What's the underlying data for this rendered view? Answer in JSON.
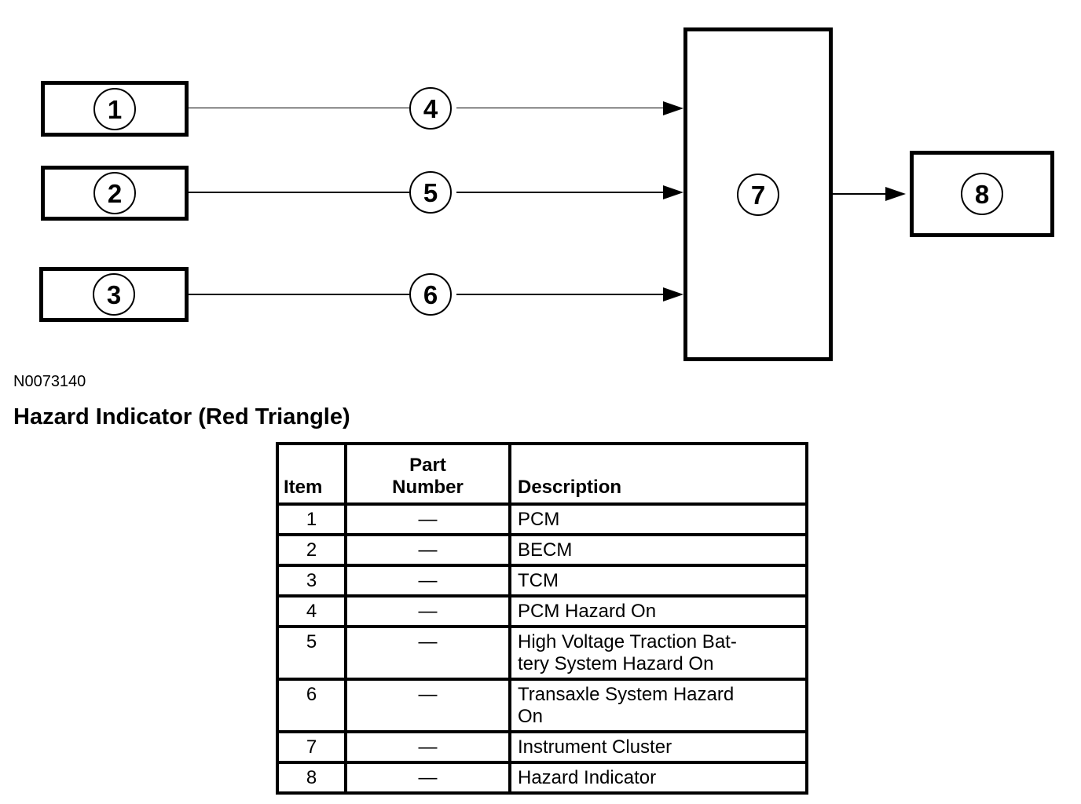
{
  "figure": {
    "code": "N0073140",
    "title": "Hazard Indicator (Red Triangle)"
  },
  "diagram": {
    "source_boxes": [
      {
        "label": "1"
      },
      {
        "label": "2"
      },
      {
        "label": "3"
      }
    ],
    "connectors": [
      {
        "label": "4"
      },
      {
        "label": "5"
      },
      {
        "label": "6"
      }
    ],
    "hub_box": {
      "label": "7"
    },
    "output_box": {
      "label": "8"
    }
  },
  "table": {
    "headers": {
      "item": "Item",
      "part_number": "Part\nNumber",
      "description": "Description"
    },
    "rows": [
      {
        "item": "1",
        "part_number": "—",
        "description": "PCM"
      },
      {
        "item": "2",
        "part_number": "—",
        "description": "BECM"
      },
      {
        "item": "3",
        "part_number": "—",
        "description": "TCM"
      },
      {
        "item": "4",
        "part_number": "—",
        "description": "PCM Hazard On"
      },
      {
        "item": "5",
        "part_number": "—",
        "description": "High Voltage Traction Bat-\ntery System Hazard On"
      },
      {
        "item": "6",
        "part_number": "—",
        "description": "Transaxle System Hazard\nOn"
      },
      {
        "item": "7",
        "part_number": "—",
        "description": "Instrument Cluster"
      },
      {
        "item": "8",
        "part_number": "—",
        "description": "Hazard Indicator"
      }
    ]
  }
}
